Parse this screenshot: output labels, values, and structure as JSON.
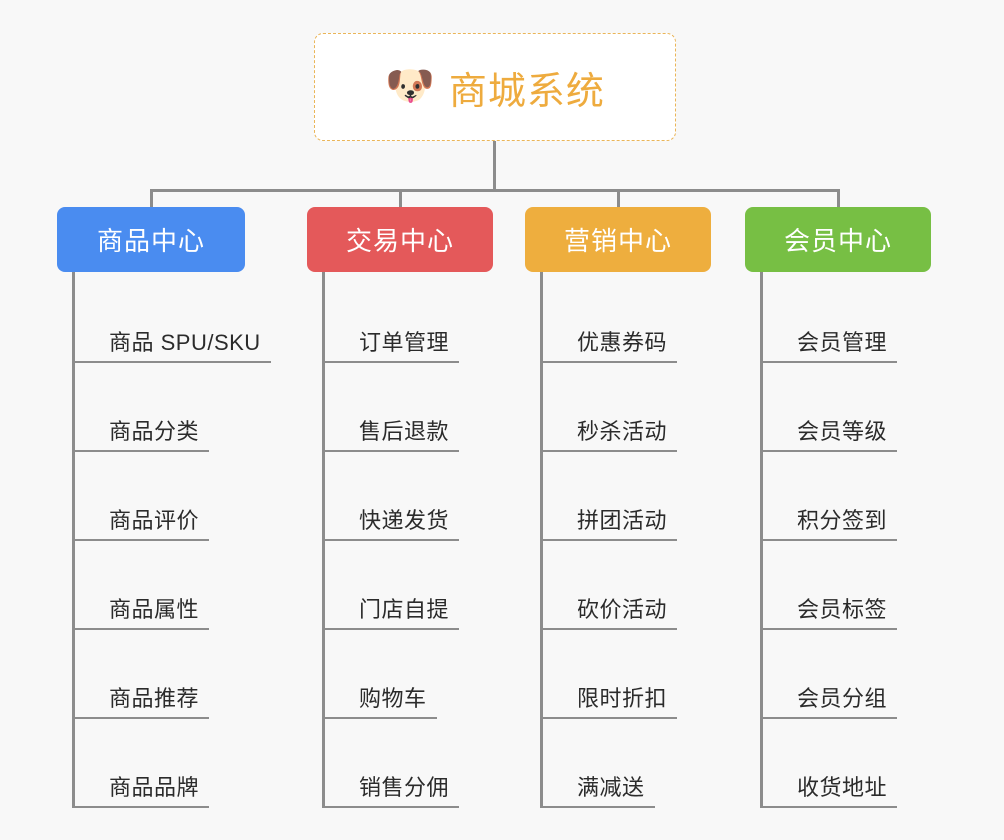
{
  "page": {
    "background_color": "#f8f8f8",
    "line_color": "#8c8c8c"
  },
  "root": {
    "icon": "dog-face-emoji",
    "icon_glyph": "🐶",
    "title": "商城系统",
    "text_color": "#eeab3e",
    "border_color": "#eab558",
    "background_color": "#ffffff"
  },
  "columns": [
    {
      "category": "商品中心",
      "color": "#4a8cf0",
      "items": [
        "商品 SPU/SKU",
        "商品分类",
        "商品评价",
        "商品属性",
        "商品推荐",
        "商品品牌"
      ]
    },
    {
      "category": "交易中心",
      "color": "#e4595a",
      "items": [
        "订单管理",
        "售后退款",
        "快递发货",
        "门店自提",
        "购物车",
        "销售分佣"
      ]
    },
    {
      "category": "营销中心",
      "color": "#eeae3e",
      "items": [
        "优惠券码",
        "秒杀活动",
        "拼团活动",
        "砍价活动",
        "限时折扣",
        "满减送"
      ]
    },
    {
      "category": "会员中心",
      "color": "#77bf44",
      "items": [
        "会员管理",
        "会员等级",
        "积分签到",
        "会员标签",
        "会员分组",
        "收货地址"
      ]
    }
  ]
}
